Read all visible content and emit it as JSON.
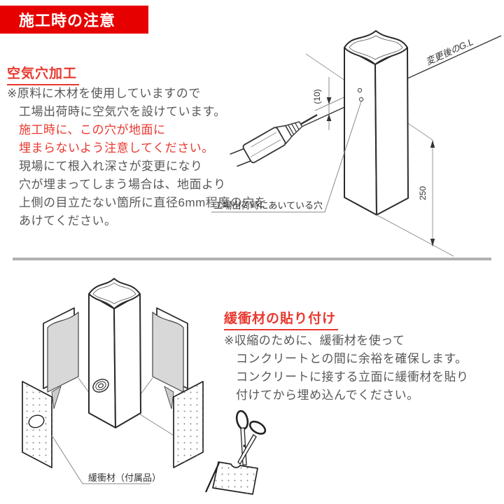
{
  "banner": {
    "title": "施工時の注意"
  },
  "colors": {
    "banner_red": "#e60000",
    "accent_red": "#e8382f",
    "body_text_gray": "#595757",
    "divider_gray": "#b0b0b0",
    "sheet_gray": "#d8d8d8"
  },
  "section1": {
    "heading": "空気穴加工",
    "lines": [
      "※原料に木材を使用していますので",
      "工場出荷時に空気穴を設けています。",
      "施工時に、この穴が地面に",
      "埋まらないよう注意してください。",
      "現場にて根入れ深さが変更になり",
      "穴が埋まってしまう場合は、地面より",
      "上側の目立たない箇所に直径6mm程度の穴を",
      "あけてください。"
    ],
    "diagram": {
      "gl_label": "変更後のG.L",
      "offset_dim": "(10)",
      "height_dim": "250",
      "hole_label": "工場出荷時にあいている穴"
    }
  },
  "section2": {
    "heading": "緩衝材の貼り付け",
    "lines": [
      "※収縮のために、緩衝材を使って",
      "コンクリートとの間に余裕を確保します。",
      "コンクリートに接する立面に緩衝材を貼り",
      "付けてから埋め込んでください。"
    ],
    "diagram": {
      "cushion_label": "緩衝材（付属品）"
    }
  }
}
